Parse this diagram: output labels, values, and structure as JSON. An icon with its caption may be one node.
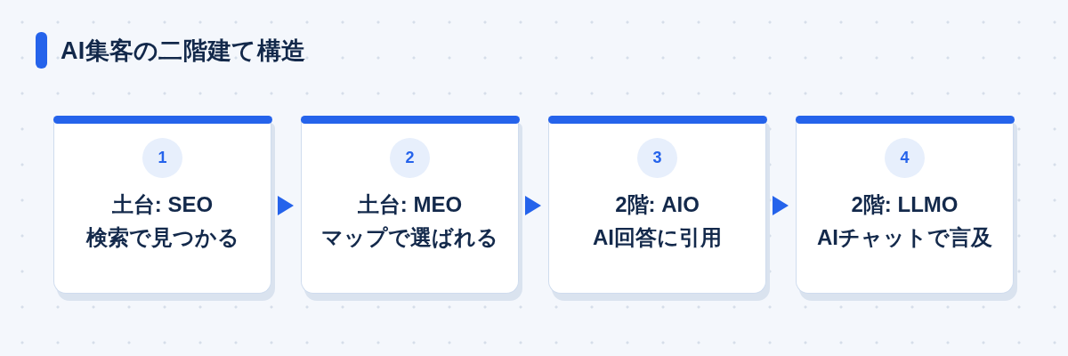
{
  "diagram": {
    "title": "AI集客の二階建て構造",
    "nodes": [
      {
        "text": [
          "1",
          "土台: SEO",
          "検索で見つかる"
        ]
      },
      {
        "text": [
          "2",
          "土台: MEO",
          "マップで選ばれる"
        ]
      },
      {
        "text": [
          "3",
          "2階: AIO",
          "AI回答に引用"
        ]
      },
      {
        "text": [
          "4",
          "2階: LLMO",
          "AIチャットで言及"
        ]
      }
    ],
    "edges": [
      {
        "from": 0,
        "to": 1,
        "arrow": "to"
      },
      {
        "from": 1,
        "to": 2,
        "arrow": "to"
      },
      {
        "from": 2,
        "to": 3,
        "arrow": "to"
      }
    ]
  }
}
